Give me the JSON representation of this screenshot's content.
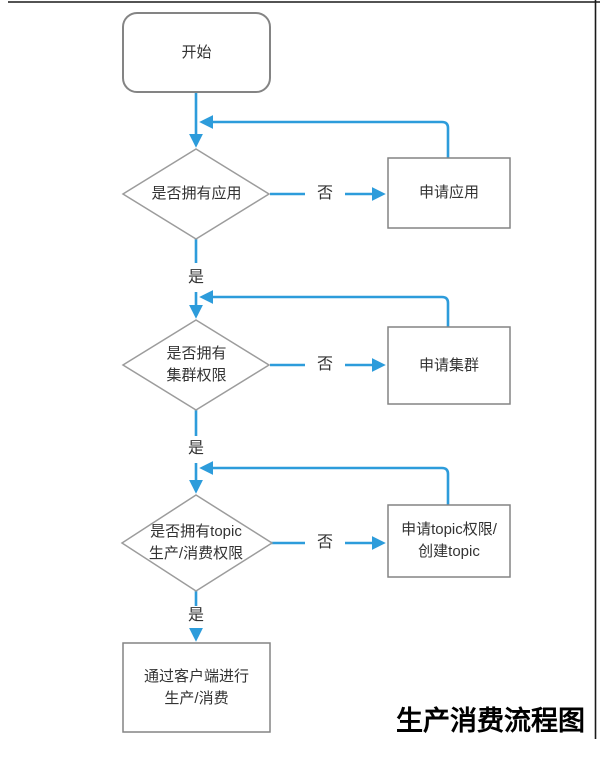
{
  "title": "生产消费流程图",
  "labels": {
    "yes": "是",
    "no": "否"
  },
  "nodes": {
    "start": {
      "label": "开始"
    },
    "decision_app": {
      "label": "是否拥有应用"
    },
    "process_app": {
      "label": "申请应用"
    },
    "decision_cluster": {
      "line1": "是否拥有",
      "line2": "集群权限"
    },
    "process_cluster": {
      "label": "申请集群"
    },
    "decision_topic": {
      "line1": "是否拥有topic",
      "line2": "生产/消费权限"
    },
    "process_topic": {
      "line1": "申请topic权限/",
      "line2": "创建topic"
    },
    "end": {
      "line1": "通过客户端进行",
      "line2": "生产/消费"
    }
  },
  "colors": {
    "arrow": "#2D9CDB",
    "diamond_border": "#9C9C9C",
    "box_border": "#848484",
    "text": "#333333",
    "title_text": "#000000",
    "edge_line": "#1A1A1A"
  }
}
